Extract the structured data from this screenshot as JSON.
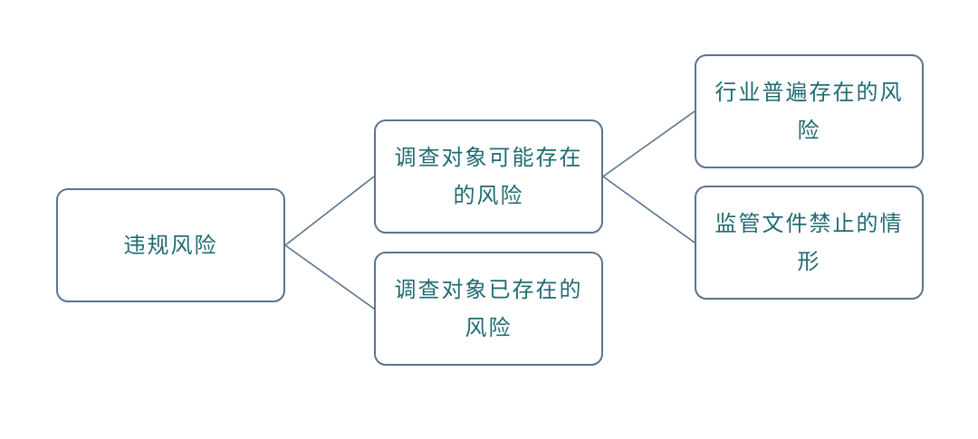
{
  "diagram": {
    "line_color": "#5a7491",
    "text_color": "#1f6b72",
    "nodes": {
      "root": {
        "label": "违规风险"
      },
      "potential": {
        "label": "调查对象可能存在的风险"
      },
      "existing": {
        "label": "调查对象已存在的风险"
      },
      "industry": {
        "label": "行业普遍存在的风险"
      },
      "regulatory": {
        "label": "监管文件禁止的情形"
      }
    },
    "edges": [
      {
        "from": "root",
        "to": "potential"
      },
      {
        "from": "root",
        "to": "existing"
      },
      {
        "from": "potential",
        "to": "industry"
      },
      {
        "from": "potential",
        "to": "regulatory"
      }
    ]
  }
}
